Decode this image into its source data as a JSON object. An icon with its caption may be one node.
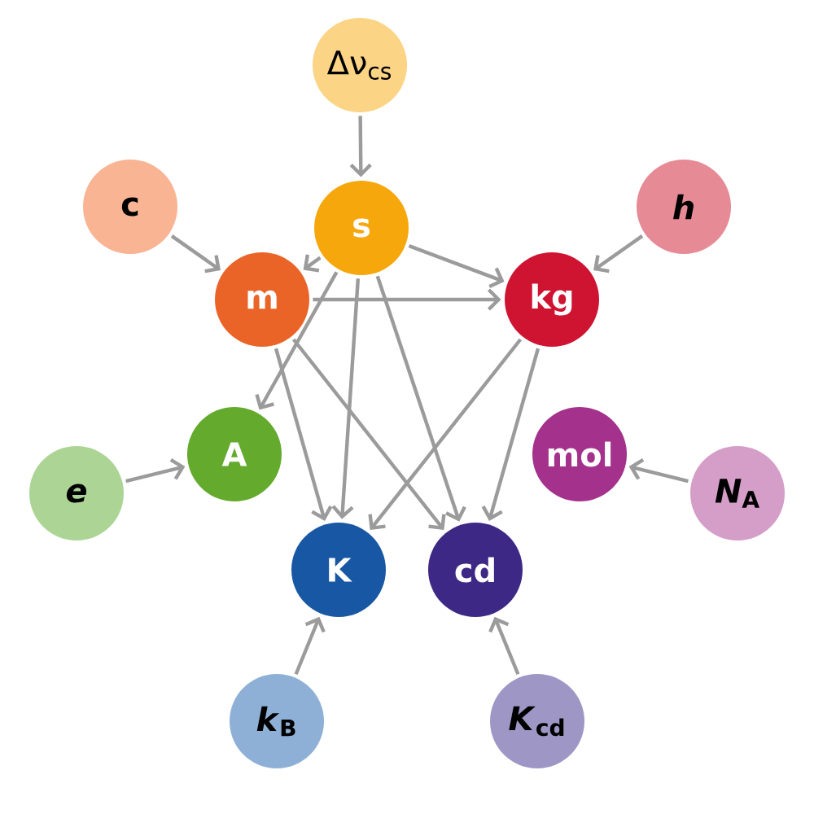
{
  "diagram": {
    "nodes": [
      {
        "text": [
          "Δν$_{cs}$"
        ]
      },
      {
        "text": [
          "c"
        ]
      },
      {
        "text": [
          "*h*"
        ]
      },
      {
        "text": [
          "s"
        ]
      },
      {
        "text": [
          "m"
        ]
      },
      {
        "text": [
          "kg"
        ]
      },
      {
        "text": [
          "*e*"
        ]
      },
      {
        "text": [
          "A"
        ]
      },
      {
        "text": [
          "mol"
        ]
      },
      {
        "text": [
          "*N*$_{A}$"
        ]
      },
      {
        "text": [
          "K"
        ]
      },
      {
        "text": [
          "cd"
        ]
      },
      {
        "text": [
          "*k*$_{B}$"
        ]
      },
      {
        "text": [
          "*K*$_{cd}$"
        ]
      }
    ],
    "edges": [
      {
        "from": 0,
        "to": 3,
        "arrow": "to"
      },
      {
        "from": 1,
        "to": 4,
        "arrow": "to"
      },
      {
        "from": 2,
        "to": 5,
        "arrow": "to"
      },
      {
        "from": 3,
        "to": 4,
        "arrow": "to"
      },
      {
        "from": 3,
        "to": 5,
        "arrow": "to"
      },
      {
        "from": 4,
        "to": 5,
        "arrow": "to"
      },
      {
        "from": 3,
        "to": 7,
        "arrow": "to"
      },
      {
        "from": 3,
        "to": 10,
        "arrow": "to"
      },
      {
        "from": 3,
        "to": 11,
        "arrow": "to"
      },
      {
        "from": 4,
        "to": 10,
        "arrow": "to"
      },
      {
        "from": 4,
        "to": 11,
        "arrow": "to"
      },
      {
        "from": 5,
        "to": 10,
        "arrow": "to"
      },
      {
        "from": 5,
        "to": 11,
        "arrow": "to"
      },
      {
        "from": 6,
        "to": 7,
        "arrow": "to"
      },
      {
        "from": 9,
        "to": 8,
        "arrow": "to"
      },
      {
        "from": 12,
        "to": 10,
        "arrow": "to"
      },
      {
        "from": 13,
        "to": 11,
        "arrow": "to"
      }
    ]
  }
}
